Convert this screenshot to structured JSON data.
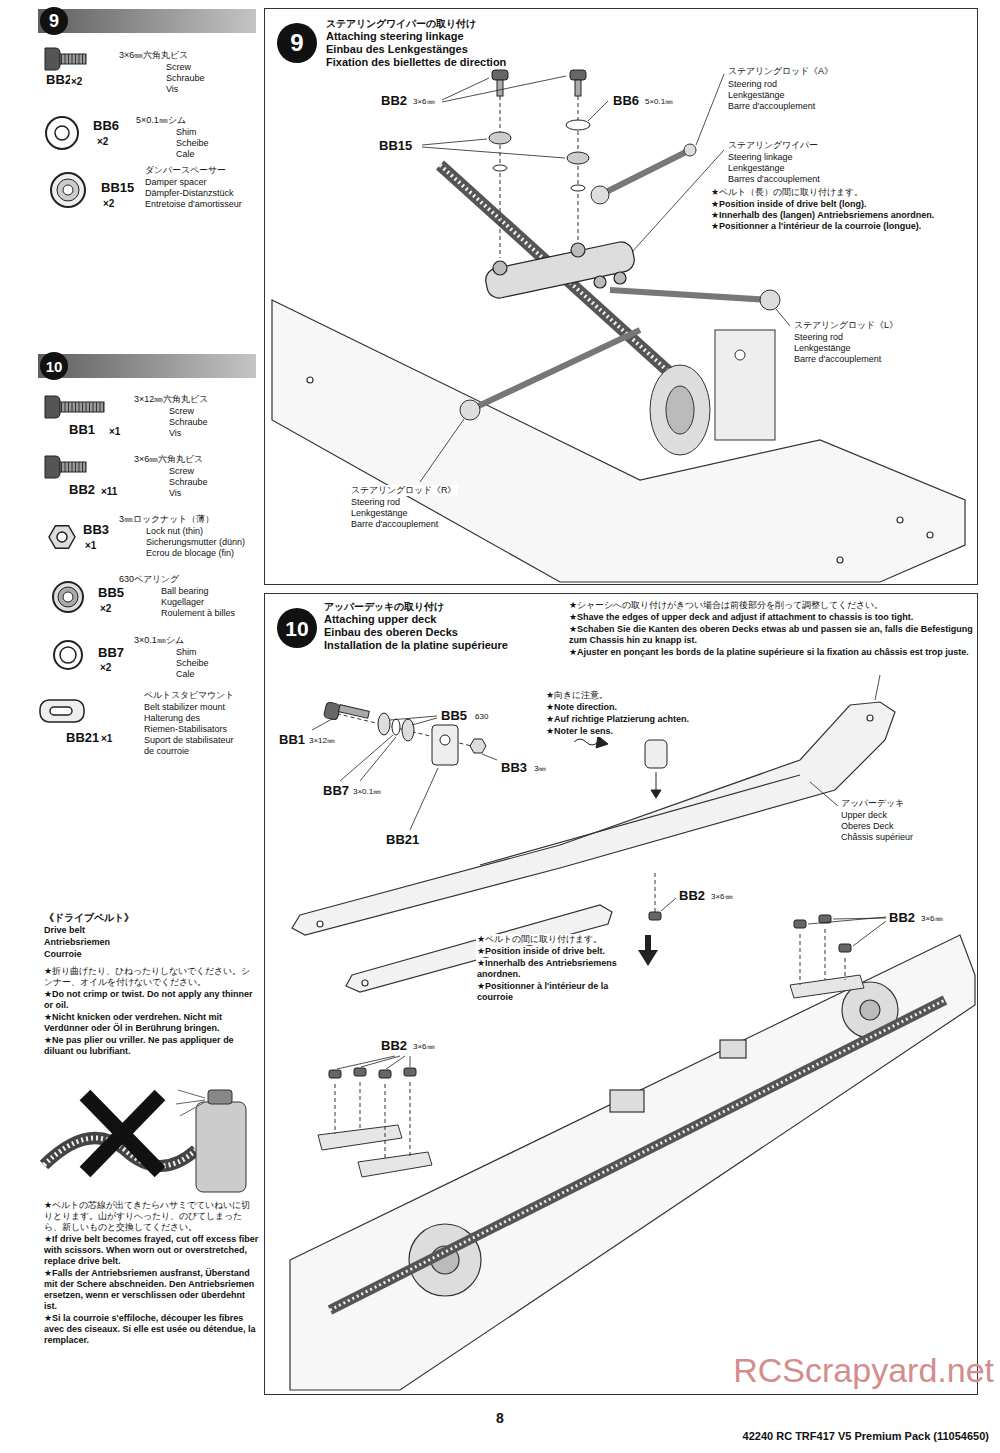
{
  "diagram": {
    "nodes": [
      {
        "text": [
          "9"
        ]
      },
      {
        "text": [
          "ステアリングワイパーの取り付け",
          "Attaching steering linkage",
          "Einbau des Lenkgestänges",
          "Fixation des biellettes de direction"
        ]
      },
      {
        "text": [
          "9"
        ],
        "in": 1
      },
      {
        "text": [
          "10"
        ]
      },
      {
        "text": [
          "アッパーデッキの取り付け",
          "Attaching upper deck",
          "Einbau des oberen Decks",
          "Installation de la platine supérieure"
        ]
      },
      {
        "text": [
          "10"
        ],
        "in": 4
      }
    ],
    "labels": [
      "BB2",
      "×2",
      "3×6㎜六角丸ビス",
      "Screw",
      "Schraube",
      "Vis",
      "BB6",
      "×2",
      "5×0.1㎜シム",
      "Shim",
      "Scheibe",
      "Cale",
      "BB15",
      "×2",
      "ダンパースペーサー",
      "Damper spacer",
      "Dämpfer-Distanzstück",
      "Entretoise d'amortisseur",
      "3×12㎜六角丸ビス",
      "Screw",
      "Schraube",
      "Vis",
      "BB1",
      "×1",
      "3×6㎜六角丸ビス",
      "Screw",
      "Schraube",
      "Vis",
      "BB2",
      "×11",
      "BB3",
      "×1",
      "3㎜ロックナット（薄）",
      "Lock nut (thin)",
      "Sicherungsmutter (dünn)",
      "Ecrou de blocage (fin)",
      "BB5",
      "×2",
      "630ベアリング",
      "Ball bearing",
      "Kugellager",
      "Roulement à billes",
      "BB7",
      "×2",
      "3×0.1㎜シム",
      "Shim",
      "Scheibe",
      "Cale",
      "BB21",
      "×1",
      "ベルトスタビマウント",
      "Belt stabilizer mount",
      "Halterung des",
      "Riemen-Stabilisators",
      "Suport de stabilisateur",
      "de courroie",
      "《ドライブベルト》",
      "Drive belt",
      "Antriebsriemen",
      "Courroie",
      "★折り曲げたり、ひねったりしないでください。シンナー、オイルを付けないでください。",
      "★Do not crimp or twist. Do not apply any thinner or oil.",
      "★Nicht knicken oder verdrehen. Nicht mit Verdünner oder Öl in Berührung bringen.",
      "★Ne pas plier ou vriller. Ne pas appliquer de diluant ou lubrifiant.",
      "★ベルトの芯線が出てきたらハサミでていねいに切りとります。山がすりへったり、のびてしまったら、新しいものと交換してください。",
      "★If drive belt becomes frayed, cut off excess fiber with scissors. When worn out or overstretched, replace drive belt.",
      "★Falls der Antriebsriemen ausfranst, Überstand mit der Schere abschneiden. Den Antriebsriemen ersetzen, wenn er verschlissen oder überdehnt ist.",
      "★Si la courroie s'effiloche, découper les fibres avec des ciseaux. Si elle est usée ou détendue, la remplacer.",
      "BB2",
      "3×6㎜",
      "BB6",
      "5×0.1㎜",
      "BB15",
      "ステアリングロッド《A》",
      "Steering rod",
      "Lenkgestänge",
      "Barre d'accouplement",
      "ステアリングワイパー",
      "Steering linkage",
      "Lenkgestänge",
      "Barres d'accouplement",
      "★ベルト（長）の間に取り付けます。",
      "★Position inside of drive belt (long).",
      "★Innerhalb des (langen) Antriebsriemens anordnen.",
      "★Positionner a l'intérieur de la courroie (longue).",
      "ステアリングロッド《L》",
      "Steering rod",
      "Lenkgestänge",
      "Barre d'accouplement",
      "ステアリングロッド《R》",
      "Steering rod",
      "Lenkgestänge",
      "Barre d'accouplement",
      "★シャーシへの取り付けがきつい場合は前後部分を削って調整してください。",
      "★Shave the edges of upper deck and adjust if attachment to chassis is too tight.",
      "★Schaben Sie die Kanten des oberen Decks etwas ab und passen sie an, falls die Befestigung zum Chassis hin zu knapp ist.",
      "★Ajuster en ponçant les bords de la platine supérieure si la fixation au châssis est trop juste.",
      "BB1",
      "3×12㎜",
      "BB5",
      "630",
      "BB7",
      "3×0.1㎜",
      "BB3",
      "3㎜",
      "BB21",
      "★向きに注意。",
      "★Note direction.",
      "★Auf richtige Platzierung achten.",
      "★Noter le sens.",
      "アッパーデッキ",
      "Upper deck",
      "Oberes Deck",
      "Châssis supérieur",
      "BB2",
      "3×6㎜",
      "BB2",
      "3×6㎜",
      "★ベルトの間に取り付けます。",
      "★Position inside of drive belt.",
      "★Innerhalb des Antriebsriemens anordnen.",
      "★Positionner à l'intérieur de la courroie",
      "BB2",
      "3×6㎜",
      "8",
      "42240 RC TRF417 V5 Premium Pack (11054650)",
      "RCScrapyard.net"
    ]
  }
}
